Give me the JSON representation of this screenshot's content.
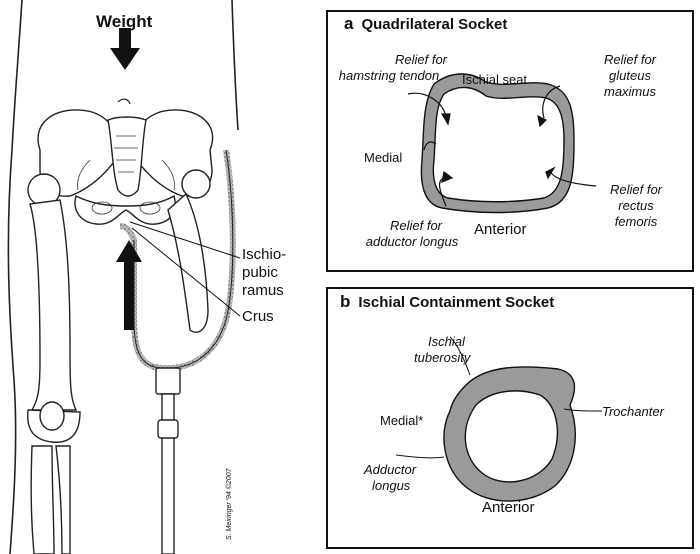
{
  "left_figure": {
    "weight_label": "Weight",
    "ischio_label_line1": "Ischio-",
    "ischio_label_line2": "pubic",
    "ischio_label_line3": "ramus",
    "crus_label": "Crus",
    "signature": "S. Meiringer '94 ©2007"
  },
  "panel_a": {
    "letter": "a",
    "title": "Quadrilateral Socket",
    "labels": {
      "hamstring_line1": "Relief for",
      "hamstring_line2": "hamstring tendon",
      "ischial_seat": "Ischial seat",
      "gluteus_line1": "Relief for",
      "gluteus_line2": "gluteus",
      "gluteus_line3": "maximus",
      "medial": "Medial",
      "rectus_line1": "Relief for",
      "rectus_line2": "rectus",
      "rectus_line3": "femoris",
      "adductor_line1": "Relief for",
      "adductor_line2": "adductor longus",
      "anterior": "Anterior"
    }
  },
  "panel_b": {
    "letter": "b",
    "title": "Ischial Containment Socket",
    "labels": {
      "ischial_line1": "Ischial",
      "ischial_line2": "tuberosity",
      "medial": "Medial*",
      "trochanter": "Trochanter",
      "adductor_line1": "Adductor",
      "adductor_line2": "longus",
      "anterior": "Anterior"
    }
  },
  "colors": {
    "ink": "#111111",
    "socket_fill": "#9a9a9a",
    "bone_fill": "#ffffff"
  }
}
